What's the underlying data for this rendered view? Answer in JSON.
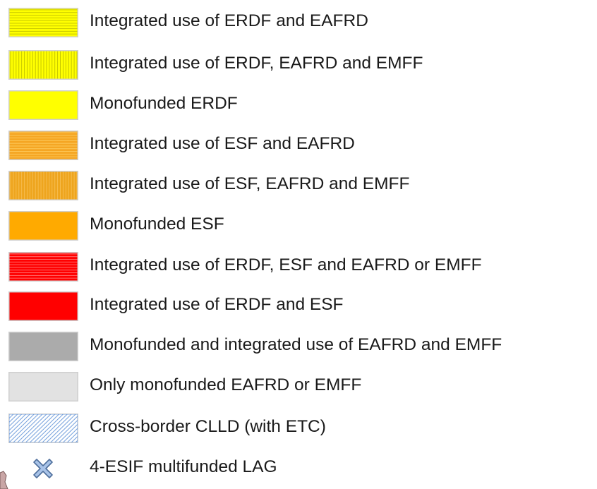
{
  "legend": {
    "items": [
      {
        "label": "Integrated use of ERDF and EAFRD",
        "swatch": "yellow-horizontal-hatch",
        "color": "#ffff00",
        "line_color": "#b8b800"
      },
      {
        "label": "Integrated use of ERDF, EAFRD and EMFF",
        "swatch": "yellow-vertical-hatch",
        "color": "#ffff00",
        "line_color": "#b8b800"
      },
      {
        "label": "Monofunded ERDF",
        "swatch": "yellow-solid",
        "color": "#ffff00"
      },
      {
        "label": "Integrated use of ESF and EAFRD",
        "swatch": "orange-horizontal-hatch",
        "color": "#f5a623",
        "line_color": "#ffd36b"
      },
      {
        "label": "Integrated use of ESF, EAFRD and EMFF",
        "swatch": "orange-vertical-hatch",
        "color": "#eea51e",
        "line_color": "#f9c25a"
      },
      {
        "label": "Monofunded ESF",
        "swatch": "orange-solid",
        "color": "#ffaa00"
      },
      {
        "label": "Integrated use of ERDF, ESF and EAFRD or EMFF",
        "swatch": "red-horizontal-hatch",
        "color": "#ff0000",
        "line_color": "#ff8c8c"
      },
      {
        "label": "Integrated use of ERDF and ESF",
        "swatch": "red-solid",
        "color": "#ff0000"
      },
      {
        "label": "Monofunded and integrated use of EAFRD and EMFF",
        "swatch": "gray-solid",
        "color": "#ababab"
      },
      {
        "label": "Only monofunded EAFRD or EMFF",
        "swatch": "lightgray-solid",
        "color": "#e2e2e2"
      },
      {
        "label": "Cross-border CLLD (with ETC)",
        "swatch": "blue-diagonal-hatch",
        "color": "#ffffff",
        "line_color": "#5b8fd6"
      },
      {
        "label": "4-ESIF multifunded LAG",
        "swatch": "x-mark-icon",
        "color": "#a9c3e8",
        "line_color": "#4f6f9c"
      }
    ]
  }
}
